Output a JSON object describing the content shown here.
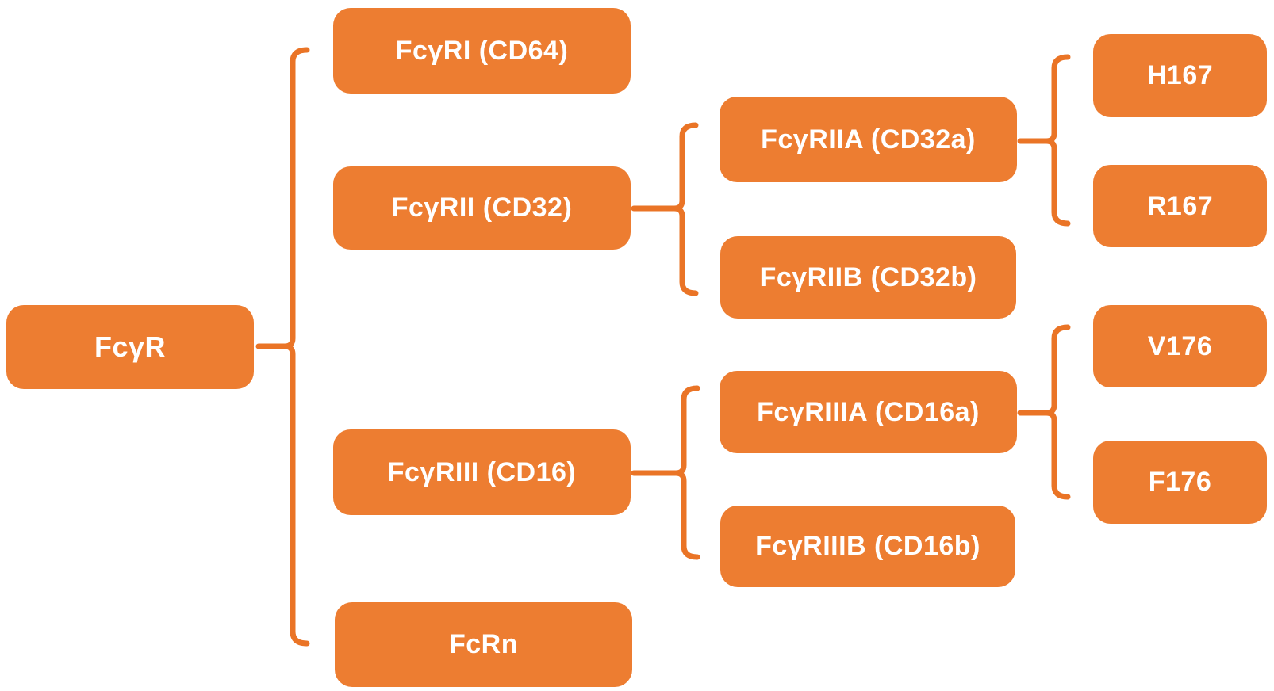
{
  "diagram": {
    "type": "tree",
    "orientation": "left-to-right",
    "tree": {
      "root": {
        "label": "FcγR",
        "children": [
          {
            "label": "FcγRⅠ（CD64）"
          },
          {
            "label": "FcγRⅡ（CD32）",
            "children": [
              {
                "label": "FcγRⅡA（CD32a）",
                "children": [
                  {
                    "label": "H167"
                  },
                  {
                    "label": "R167"
                  }
                ]
              },
              {
                "label": "FcγRⅡB（CD32b）"
              }
            ]
          },
          {
            "label": "FcγRⅢ（CD16）",
            "children": [
              {
                "label": "FcγRⅢA（CD16a）",
                "children": [
                  {
                    "label": "V176"
                  },
                  {
                    "label": "F176"
                  }
                ]
              },
              {
                "label": "FcγRⅢB（CD16b）"
              }
            ]
          },
          {
            "label": "FcRn"
          }
        ]
      }
    },
    "colors": {
      "node_fill": "#ED7D31",
      "node_text": "#FFFFFF",
      "connector": "#EA7426",
      "background": "#FFFFFF"
    }
  }
}
